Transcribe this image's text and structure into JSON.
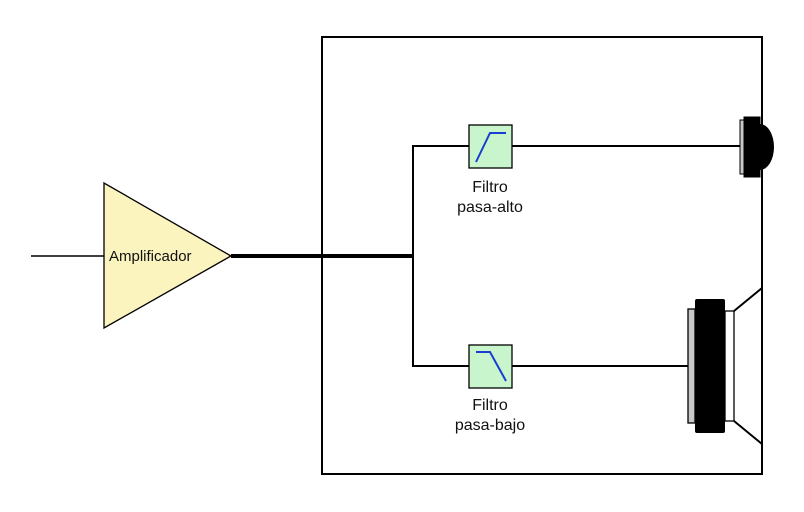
{
  "amplifier": {
    "label": "Amplificador"
  },
  "filters": {
    "high": {
      "line1": "Filtro",
      "line2": "pasa-alto"
    },
    "low": {
      "line1": "Filtro",
      "line2": "pasa-bajo"
    }
  },
  "colors": {
    "amplifier_fill": "#fbf4be",
    "filter_fill": "#c8f5cc",
    "filter_curve": "#1a3fcf",
    "line": "#000000",
    "driver_grey": "#c8c8c8"
  }
}
